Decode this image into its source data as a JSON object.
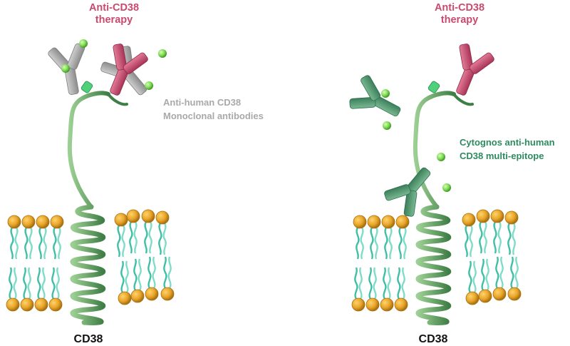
{
  "colors": {
    "therapy": "#c94a6e",
    "therapy_dark": "#8e2c4a",
    "grey_ab": "#a9a9a9",
    "grey_ab_dark": "#7d7d7d",
    "cytognos": "#2e8b5f",
    "cytognos_ab": "#4e9a72",
    "cytognos_ab_dark": "#2f6f4e",
    "antigen_green": "#7ed957",
    "protein": "#5a9a5e",
    "protein_dark": "#2f6a35",
    "lipid_head": "#e8a52a",
    "lipid_head_dark": "#b47a12",
    "lipid_tail": "#3fbfa5",
    "label_dark": "#111111"
  },
  "left_panel": {
    "therapy_label_line1": "Anti-CD38",
    "therapy_label_line2": "therapy",
    "mab_label_line1": "Anti-human  CD38",
    "mab_label_line2": "Monoclonal antibodies",
    "protein_label": "CD38"
  },
  "right_panel": {
    "therapy_label_line1": "Anti-CD38",
    "therapy_label_line2": "therapy",
    "cytognos_label_line1": "Cytognos anti-human",
    "cytognos_label_line2": "CD38 multi-epitope",
    "protein_label": "CD38"
  },
  "icons": {
    "antibody_shape": "y-antibody-icon",
    "fluorochrome": "fluorochrome-dot-icon",
    "membrane": "lipid-bilayer-icon",
    "protein": "cd38-protein-icon"
  }
}
